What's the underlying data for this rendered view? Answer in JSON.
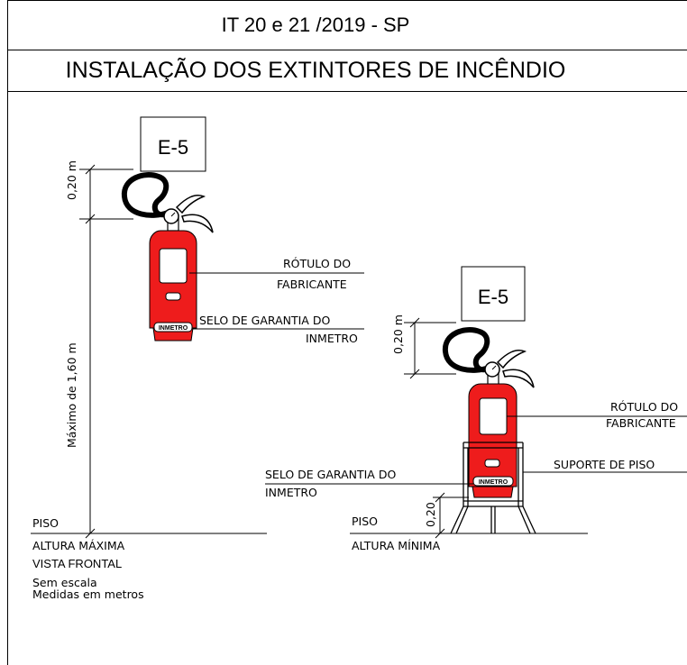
{
  "header": {
    "norm": "IT 20 e 21 /2019 - SP",
    "title": "INSTALAÇÃO DOS EXTINTORES DE INCÊNDIO"
  },
  "left_view": {
    "tag": "E-5",
    "dim_top": "0,20 m",
    "dim_main": "Máximo de 1,60 m",
    "label_rotulo_1": "RÓTULO DO",
    "label_rotulo_2": "FABRICANTE",
    "label_selo_1": "SELO DE GARANTIA DO",
    "label_selo_2": "INMETRO",
    "badge": "INMETRO",
    "piso": "PISO",
    "caption": "ALTURA MÁXIMA",
    "view": "VISTA FRONTAL",
    "note_1": "Sem escala",
    "note_2": "Medidas em metros"
  },
  "right_view": {
    "tag": "E-5",
    "dim_top": "0,20 m",
    "dim_base": "0,20",
    "label_rotulo_1": "RÓTULO DO",
    "label_rotulo_2": "FABRICANTE",
    "label_suporte": "SUPORTE DE PISO",
    "label_selo_1": "SELO DE GARANTIA DO",
    "label_selo_2": "INMETRO",
    "badge": "INMETRO",
    "piso": "PISO",
    "caption": "ALTURA MÍNIMA"
  },
  "colors": {
    "extinguisher": "#ee1c1c",
    "line": "#000000"
  }
}
